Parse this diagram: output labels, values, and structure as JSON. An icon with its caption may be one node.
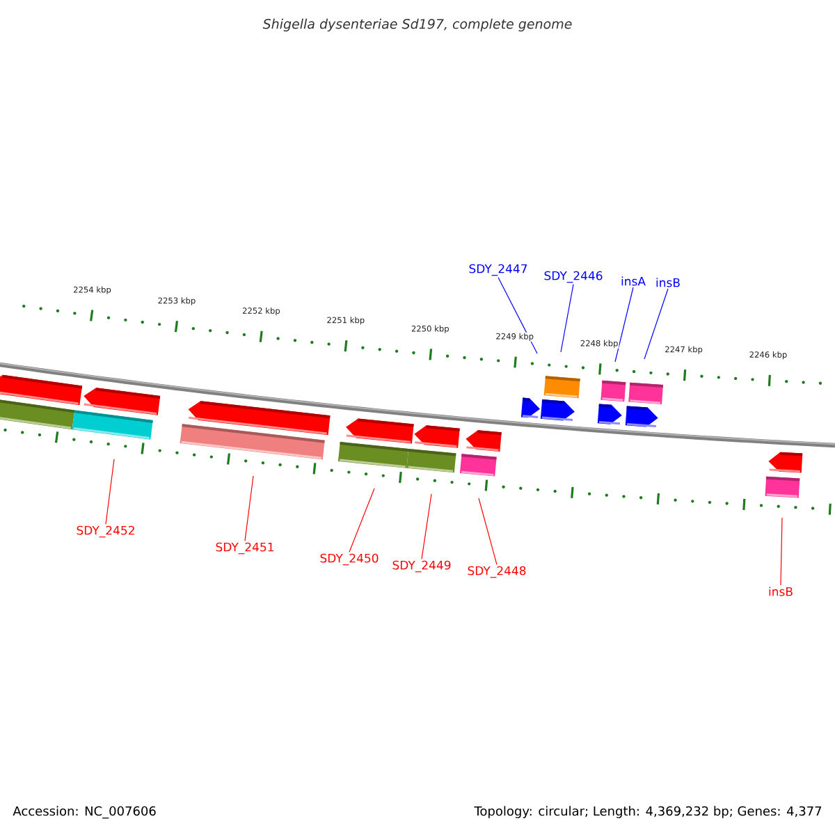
{
  "diagram": {
    "title": "Shigella dysenteriae Sd197, complete genome",
    "nodes": [
      {
        "text": [
          "SDY_2447"
        ]
      },
      {
        "text": [
          "SDY_2446"
        ]
      },
      {
        "text": [
          "insA"
        ]
      },
      {
        "text": [
          "insB"
        ]
      },
      {
        "text": [
          "SDY_2452"
        ]
      },
      {
        "text": [
          "SDY_2451"
        ]
      },
      {
        "text": [
          "SDY_2450"
        ]
      },
      {
        "text": [
          "SDY_2449"
        ]
      },
      {
        "text": [
          "SDY_2448"
        ]
      },
      {
        "text": [
          "insB"
        ]
      }
    ],
    "edges": [
      {
        "from": 0,
        "to": null,
        "arrow": "none",
        "color": "#0000ff"
      },
      {
        "from": 1,
        "to": null,
        "arrow": "none",
        "color": "#0000ff"
      },
      {
        "from": 2,
        "to": null,
        "arrow": "none",
        "color": "#0000ff"
      },
      {
        "from": 3,
        "to": null,
        "arrow": "none",
        "color": "#0000ff"
      },
      {
        "from": 4,
        "to": null,
        "arrow": "none"
      },
      {
        "from": 5,
        "to": null,
        "arrow": "none"
      },
      {
        "from": 6,
        "to": null,
        "arrow": "none"
      },
      {
        "from": 7,
        "to": null,
        "arrow": "none"
      },
      {
        "from": 8,
        "to": null,
        "arrow": "none"
      },
      {
        "from": 9,
        "to": null,
        "arrow": "none"
      }
    ],
    "labels": [
      "2254 kbp",
      "2253 kbp",
      "2252 kbp",
      "2251 kbp",
      "2250 kbp",
      "2249 kbp",
      "2248 kbp",
      "2247 kbp",
      "2246 kbp",
      "Accession: NC_007606",
      "Topology: circular; Length: 4,369,232 bp; Genes: 4,377"
    ]
  }
}
